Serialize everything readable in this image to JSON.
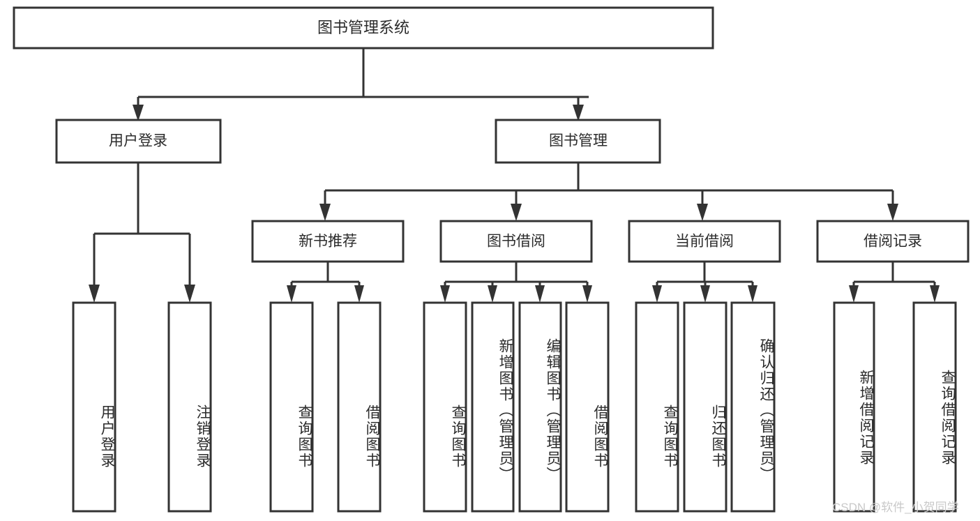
{
  "diagram": {
    "title": "图书管理系统",
    "watermark": "CSDN @软件_小贺同学",
    "colors": {
      "stroke": "#333333",
      "fill": "#ffffff",
      "text": "#2b2b2b",
      "watermark": "#c9c9c9"
    },
    "root": {
      "label": "图书管理系统"
    },
    "level1": [
      {
        "label": "用户登录"
      },
      {
        "label": "图书管理"
      }
    ],
    "level2": [
      {
        "label": "新书推荐"
      },
      {
        "label": "图书借阅"
      },
      {
        "label": "当前借阅"
      },
      {
        "label": "借阅记录"
      }
    ],
    "leaves": {
      "user_login": [
        {
          "label": "用户登录"
        },
        {
          "label": "注销登录"
        }
      ],
      "new_book_recommend": [
        {
          "label": "查询图书"
        },
        {
          "label": "借阅图书"
        }
      ],
      "book_borrow": [
        {
          "label": "查询图书"
        },
        {
          "label": "新增图书（管理员）"
        },
        {
          "label": "编辑图书（管理员）"
        },
        {
          "label": "借阅图书"
        }
      ],
      "current_borrow": [
        {
          "label": "查询图书"
        },
        {
          "label": "归还图书"
        },
        {
          "label": "确认归还（管理员）"
        }
      ],
      "borrow_record": [
        {
          "label": "新增借阅记录"
        },
        {
          "label": "查询借阅记录"
        }
      ]
    }
  }
}
